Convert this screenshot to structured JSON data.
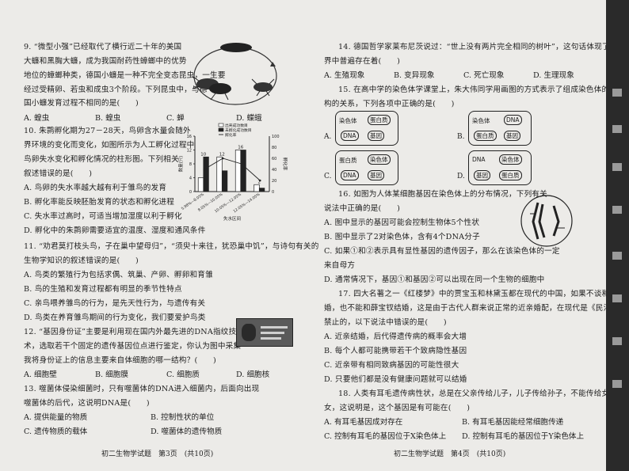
{
  "left_page": {
    "lines": [
      "9. “微型小强”已经取代了横行近二十年的美国",
      "大蠊和黑胸大蠊，成为我国耐药性蟑螂中的优势",
      "地位的蟑螂种类，德国小蠊是一种不完全变态昆虫，一生要",
      "经过受精卵、若虫和成虫3个阶段。下列昆虫中，与德",
      "国小蠊发育过程不相同的是(　　)",
      "10. 朱鹮孵化期为27－28天，鸟卵含水量会随外",
      "界环境的变化而变化，如图所示为人工孵化过程中",
      "鸟卵失水变化和孵化情况的柱形图。下列相关",
      "叙述错误的是(　　)",
      "A. 鸟卵的失水率越大越有利于雏鸟的发育",
      "B. 孵化率能反映胚胎发育的状态和孵化进程",
      "C. 失水率过高时，可适当增加湿度以利于孵化",
      "D. 孵化中的朱鹮卵需要适宜的温度、湿度和通风条件",
      "11. “劝君莫打枝头鸟，子在巢中望母归”，“须臾十来往，犹恐巢中饥”，与诗句有关的",
      "生物学知识的叙述错误的是(　　)",
      "A. 鸟类的繁殖行为包括求偶、筑巢、产卵、孵卵和育雏",
      "B. 鸟的生殖和发育过程都有明显的季节性特点",
      "C. 亲鸟喂养雏鸟的行为，是先天性行为，与遗传有关",
      "D. 鸟类在养育雏鸟期间的行为变化，我们要爱护鸟类",
      "12. “基因身份证”主要是利用现在国内外最先进的DNA指纹技",
      "术，选取若干个固定的遗传基因位点进行鉴定，你认为图中采集",
      "我将身份证上的信息主要来自体细胞的哪一结构？(　　)",
      "13. 噬菌体侵染细菌时，只有噬菌体的DNA进入细菌内，后面向出现",
      "噬菌体的后代，这说明DNA是(　　)"
    ],
    "q9_options": [
      "A. 蝗虫",
      "B. 蝗虫",
      "C. 蝉",
      "D. 蝶蛾"
    ],
    "q12_options": [
      "A. 细胞壁",
      "B. 细胞膜",
      "C. 细胞质",
      "D. 细胞核"
    ],
    "q13_options": [
      "A. 提供能量的物质",
      "B. 控制性状的单位",
      "C. 遗传物质的载体",
      "D. 噬菌体的遗传物质"
    ],
    "footer": "初二生物学试题　第3页　(共10页)"
  },
  "q10_chart": {
    "chart_data": {
      "type": "bar",
      "categories": [
        "5.98%—8.05%",
        "8.05%—10.05%",
        "10.05%—12.05%",
        "12.05%—14.05%"
      ],
      "series": [
        {
          "name": "出壳成功数目",
          "values": [
            4,
            10,
            12,
            2
          ]
        },
        {
          "name": "未孵化成功数目",
          "values": [
            10,
            6,
            12,
            1
          ]
        },
        {
          "name": "孵化率",
          "values": [
            40,
            60,
            50,
            20
          ]
        }
      ],
      "tick_labels": [
        "0",
        "4",
        "8",
        "12",
        "16"
      ],
      "right_tick_labels": [
        "0",
        "20",
        "40",
        "60",
        "80",
        "100"
      ],
      "data_labels": [
        "10",
        "12",
        "16",
        "2"
      ],
      "xlabel": "失水区间",
      "ylabel": "数量(只)",
      "y2label": "孵化率",
      "ylim": [
        0,
        16
      ]
    }
  },
  "right_page": {
    "lines": [
      "14. 德国哲学家莱布尼茨说过：“世上没有两片完全相同的树叶”，这句话体现了自然",
      "界中普遍存在着(　　)",
      "15. 在高中学的染色体学课堂上，朱大伟同学用画图的方式表示了组成染色体的各结",
      "构的关系，下列各项中正确的是(　　)",
      "16. 如图为人体某细胞基因在染色体上的分布情况，下列有关",
      "说法中正确的是(　　)",
      "A. 图中显示的基因可能会控制生物体5个性状",
      "B. 图中显示了2对染色体，含有4个DNA分子",
      "C. 如果①和②表示具有显性基因的遗传因子，那么在该染色体的一定",
      "来自母方",
      "D. 通常情况下，基因①和基因②可以出现在同一个生物的细胞中",
      "17. 四大名著之一《红楼梦》中的贾宝玉和林黛玉都在现代的中国，如果不谈和林黛玉结",
      "婚，也不能和薛宝钗结婚，这是由于古代人群来说正常的近亲婚配，在现代是《民法典》所",
      "禁止的，以下说法中错误的是(　　)",
      "A. 近亲结婚，后代得遗传病的概率会大增",
      "B. 每个人都可能携带若干个致病隐性基因",
      "C. 近亲带有相同致病基因的可能性很大",
      "D. 只要他们都是没有健康问题就可以结婚",
      "18. 人类有耳毛遗传病性状，总是在父亲传给儿子，儿子传给孙子，不能传给女儿和孙",
      "女，这说明是，这个基因是有可能在(　　)"
    ],
    "q14_options": [
      "A. 生殖现象",
      "B. 变异现象",
      "C. 死亡现象",
      "D. 生理现象"
    ],
    "q18_options": [
      "A. 有耳毛基因成对存在",
      "B. 有耳毛基因能经常细胞传递",
      "C. 控制有耳毛的基因位于X染色体上",
      "D. 控制有耳毛的基因位于Y染色体上"
    ],
    "q15_diagrams": {
      "A": {
        "tag": "A.",
        "outer": "染色体",
        "items": [
          "蛋白质",
          "DNA",
          "基因"
        ]
      },
      "B": {
        "tag": "B.",
        "outer": "染色体",
        "items": [
          "DNA",
          "蛋白质",
          "基因"
        ]
      },
      "C": {
        "tag": "C.",
        "outer": "蛋白质",
        "items": [
          "染色体",
          "DNA",
          "基因"
        ]
      },
      "D": {
        "tag": "D.",
        "outer": "DNA",
        "items": [
          "染色体",
          "基因",
          "蛋白质"
        ]
      }
    },
    "footer": "初二生物学试题　第4页　(共10页)"
  },
  "binding": {
    "color": "#2a2a2a"
  }
}
